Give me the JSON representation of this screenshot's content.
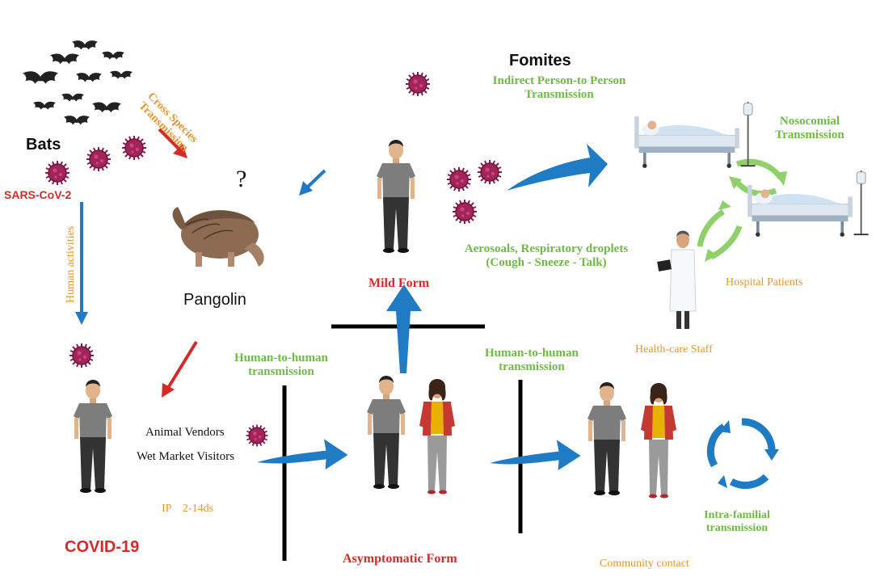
{
  "labels": {
    "bats": "Bats",
    "sars_cov_2": "SARS-CoV-2",
    "cross_species": [
      "Cross Species",
      "Transmission"
    ],
    "question_mark": "?",
    "pangolin": "Pangolin",
    "human_activities": "Human activities",
    "covid19": "COVID-19",
    "animal_vendors": "Animal Vendors",
    "wet_market_visitors": "Wet Market Visitors",
    "incubation_period": "IP    2-14ds",
    "human_to_human_1": [
      "Human-to-human",
      "transmission"
    ],
    "human_to_human_2": [
      "Human-to-human",
      "transmission"
    ],
    "asymptomatic_form": "Asymptomatic Form",
    "mild_form": "Mild Form",
    "fomites": "Fomites",
    "indirect_transmission": [
      "Indirect Person-to Person",
      "Transmission"
    ],
    "aerosols": [
      "Aerosoals, Respiratory droplets",
      "(Cough - Sneeze - Talk)"
    ],
    "nosocomial": [
      "Nosocomial",
      "Transmission"
    ],
    "hospital_patients": "Hospital Patients",
    "health_care_staff": "Health-care Staff",
    "community_contact": "Community contact",
    "intra_familial": [
      "Intra-familial",
      "transmission"
    ]
  },
  "colors": {
    "green": "#6dbb45",
    "red": "#d42a2a",
    "orange": "#e8952a",
    "blue_arrow": "#1f7cc4",
    "virus": "#8b1a4a"
  },
  "icons": [
    "bat-icon",
    "virus-icon",
    "pangolin-icon",
    "person-icon",
    "woman-icon",
    "hospital-bed-icon",
    "doctor-icon",
    "cycle-arrows-icon"
  ]
}
